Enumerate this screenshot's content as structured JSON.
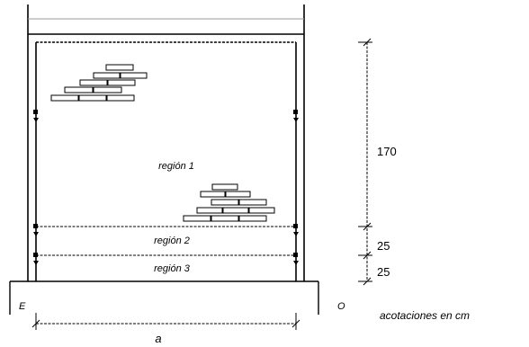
{
  "figure": {
    "regions": [
      {
        "label": "región 1",
        "height_cm": "170"
      },
      {
        "label": "región 2",
        "height_cm": "25"
      },
      {
        "label": "región 3",
        "height_cm": "25"
      }
    ],
    "ground": {
      "left_label": "E",
      "right_label": "O"
    },
    "width_label": "a",
    "units_note": "acotaciones en cm"
  }
}
